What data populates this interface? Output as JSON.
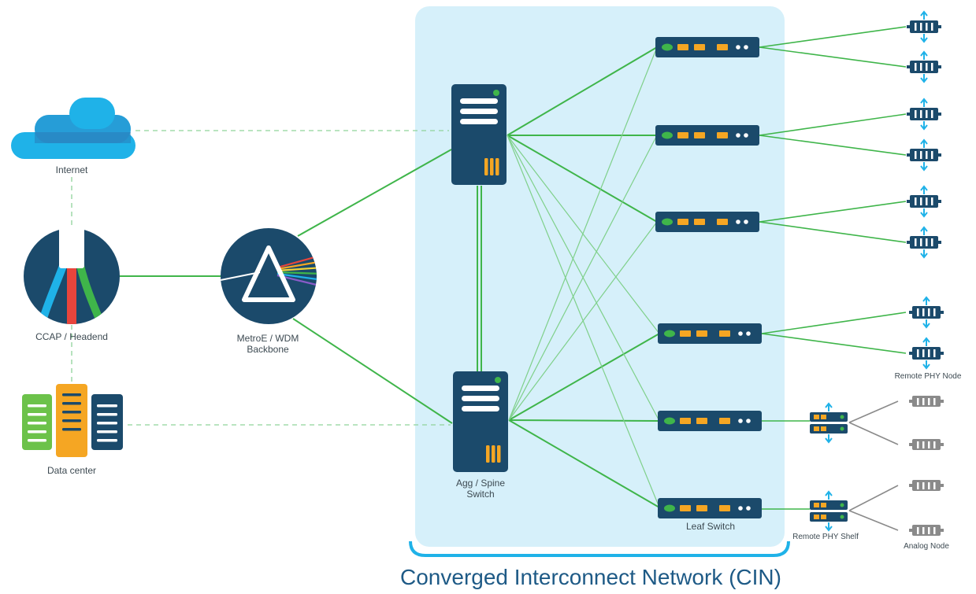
{
  "labels": {
    "internet": "Internet",
    "ccap": "CCAP / Headend",
    "datacenter": "Data center",
    "metro_line1": "MetroE / WDM",
    "metro_line2": "Backbone",
    "spine_line1": "Agg / Spine",
    "spine_line2": "Switch",
    "leaf": "Leaf Switch",
    "rphy_node": "Remote PHY Node",
    "rphy_shelf": "Remote PHY Shelf",
    "analog_node": "Analog Node",
    "cin_title": "Converged Interconnect Network (CIN)"
  },
  "icons": {
    "internet": "cloud-icon",
    "ccap": "ccap-headend-icon",
    "datacenter": "datacenter-server-icon",
    "metro": "prism-icon",
    "spine": "spine-switch-icon",
    "leaf": "leaf-switch-icon",
    "rphy_node": "remote-phy-node-icon",
    "rphy_shelf": "remote-phy-shelf-icon",
    "analog_node": "analog-node-icon"
  },
  "colors": {
    "link_green": "#3fb54a",
    "dashed_green": "#8fd39a",
    "cin_background": "#d6f0fa",
    "device_navy": "#1b4a6b",
    "accent_orange": "#f5a623",
    "accent_cyan": "#1fb2e8",
    "analog_gray": "#8a8a8a",
    "title_blue": "#1e5a86"
  }
}
